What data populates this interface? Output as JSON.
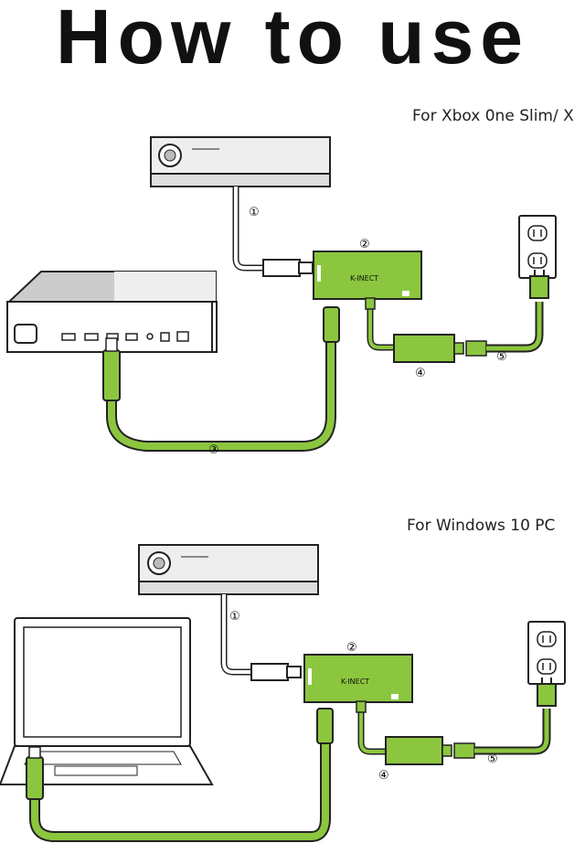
{
  "title": "How to use",
  "section1": {
    "caption": "For Xbox 0ne Slim/ X",
    "hub_label": "K-INECT",
    "steps": [
      "①",
      "②",
      "③",
      "④",
      "⑤"
    ]
  },
  "section2": {
    "caption": "For Windows 10 PC",
    "hub_label": "K-INECT",
    "steps": [
      "①",
      "②",
      "④",
      "⑤"
    ]
  },
  "colors": {
    "cable": "#8cc63f",
    "cable_dark": "#5a8f1e",
    "outline": "#222222",
    "sensor": "#e6e6e6"
  }
}
